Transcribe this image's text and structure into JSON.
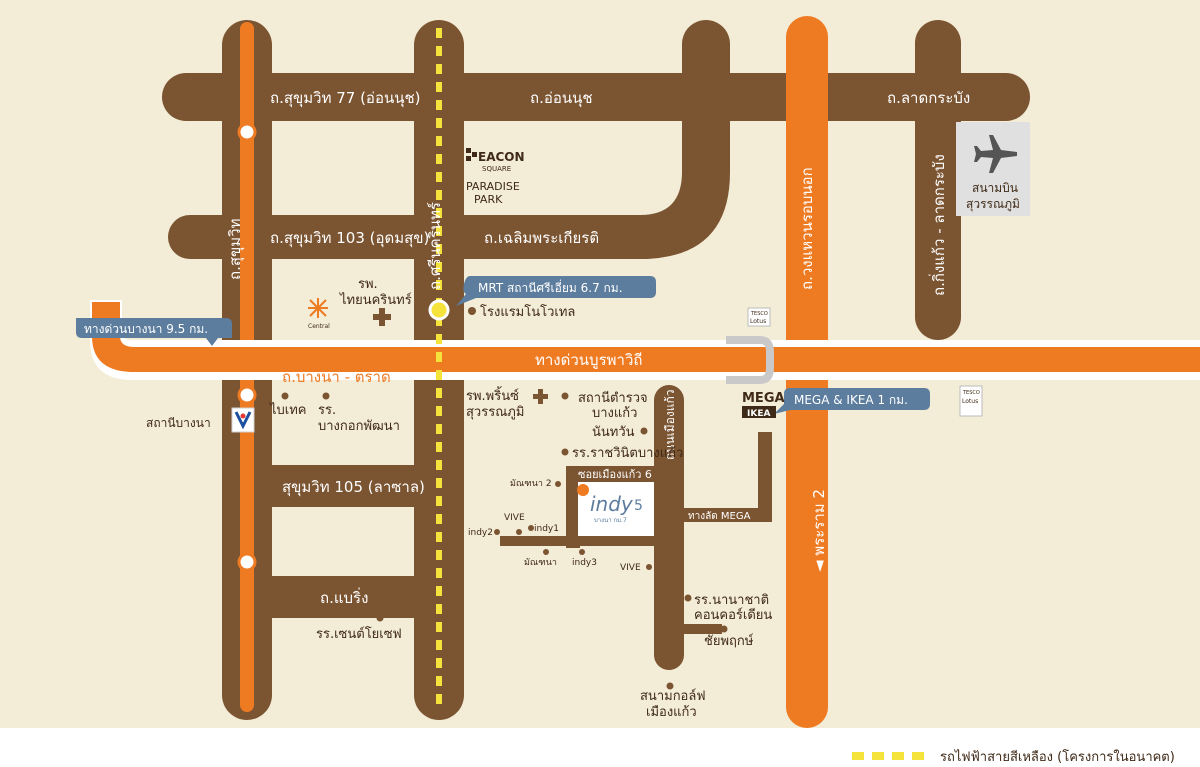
{
  "colors": {
    "paper": "#f3ecd6",
    "brown": "#7b5431",
    "orange": "#ee7a22",
    "yellow": "#f5e23a",
    "blue_callout": "#5c7d9e",
    "label_dark": "#3f2a17",
    "airport_box": "#e0e0e0"
  },
  "roads": {
    "sukhumvit_77": "ถ.สุขุมวิท 77 (อ่อนนุช)",
    "onnut": "ถ.อ่อนนุช",
    "lat_krabang": "ถ.ลาดกระบัง",
    "sukhumvit_103": "ถ.สุขุมวิท 103 (อุดมสุข)",
    "chaloem_phrakiat": "ถ.เฉลิมพระเกียรติ",
    "sukhumvit": "ถ.สุขุมวิท",
    "srinakarin": "ถ.ศรีนครินทร์",
    "outer_ring": "ถ.วงแหวนรอบนอก",
    "king_kaeo": "ถ.กิ่งแก้ว - ลาดกระบัง",
    "bangna_trad": "ถ.บางนา - ตราด",
    "burapha_withi": "ทางด่วนบูรพาวิถี",
    "sukhumvit_105": "สุขุมวิท 105 (ลาซาล)",
    "baering": "ถ.แบริ่ง",
    "muang_kaeo": "ถนนเมืองแก้ว",
    "soi_muang_kaeo_6": "ซอยเมืองแก้ว 6",
    "mega_road": "ทางลัด MEGA",
    "rama_2": "◄ พระราม 2"
  },
  "callouts": {
    "bangna_expressway": "ทางด่วนบางนา 9.5 กม.",
    "mrt": "MRT สถานีศรีเอี่ยม 6.7 กม.",
    "mega_ikea": "MEGA & IKEA 1 กม."
  },
  "places": {
    "seacon": "EACON",
    "seacon_sub": "SQUARE",
    "paradise_1": "PARADISE",
    "paradise_2": "PARK",
    "thainakarin_1": "รพ.",
    "thainakarin_2": "ไทยนครินทร์",
    "novotel": "โรงแรมโนโวเทล",
    "central": "Central",
    "bitec": "ไบเทค",
    "bangkok_patana_1": "รร.",
    "bangkok_patana_2": "บางกอกพัฒนา",
    "bangna_station": "สถานีบางนา",
    "princ_1": "รพ.พริ้นซ์",
    "princ_2": "สุวรรณภูมิ",
    "police_1": "สถานีตำรวจ",
    "police_2": "บางแก้ว",
    "nanthawan": "นันทวัน",
    "rajavinit": "รร.ราชวินิตบางแก้ว",
    "mega": "MEGA",
    "ikea": "IKEA",
    "tesco_1": "TESCO",
    "tesco_2": "Lotus",
    "munhana2": "มัณฑนา 2",
    "vive_left": "VIVE",
    "indy2": "indy2",
    "indy1": "indy1",
    "munhana": "มัณฑนา",
    "indy3": "indy3",
    "vive_right": "VIVE",
    "concordian_1": "รร.นานาชาติ",
    "concordian_2": "คอนคอร์เดียน",
    "chaiyaphruek": "ชัยพฤกษ์",
    "golf_1": "สนามกอล์ฟ",
    "golf_2": "เมืองแก้ว",
    "st_joseph": "รร.เซนต์โยเซฟ",
    "airport_1": "สนามบิน",
    "airport_2": "สุวรรณภูมิ",
    "indy_logo": "indy",
    "indy_num": "5",
    "indy_sub": "บางนา กม.7"
  },
  "legend": {
    "yellow_line": "รถไฟฟ้าสายสีเหลือง (โครงการในอนาคต)"
  },
  "icons": [
    "airplane-icon",
    "hospital-cross-icon",
    "bts-logo-icon",
    "pin-dot-icon",
    "station-circle-icon",
    "seacon-logo-icon",
    "central-logo-icon",
    "tesco-lotus-logo-icon"
  ]
}
